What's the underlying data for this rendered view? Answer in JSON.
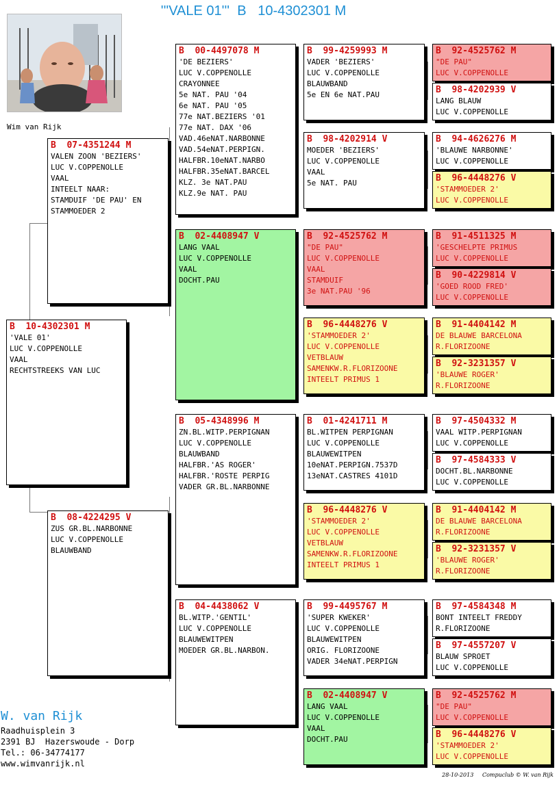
{
  "title": "'''VALE 01'''  B   10-4302301 M",
  "owner_caption": "Wim van Rijk",
  "footer": {
    "brand": "W. van Rijk",
    "address": [
      "Raadhuisplein 3",
      "2391 BJ  Hazerswoude - Dorp",
      "Tel.: 06-34774177",
      "www.wimvanrijk.nl"
    ],
    "credit": "28-10-2013     Compuclub © W. van Rijk"
  },
  "colors": {
    "title_blue": "#1e8fd4",
    "ring_red": "#d01010",
    "pink": "#f5a5a5",
    "green": "#a2f5a2",
    "yellow": "#fafaa6"
  },
  "birds": [
    {
      "id": "b0",
      "ring": "B  10-4302301 M",
      "color": "white",
      "lines": [
        "'VALE 01'",
        "LUC V.COPPENOLLE",
        "VAAL",
        "RECHTSTREEKS VAN LUC"
      ]
    },
    {
      "id": "b1",
      "ring": "B  07-4351244 M",
      "color": "white",
      "lines": [
        "VALEN ZOON 'BEZIERS'",
        "LUC V.COPPENOLLE",
        "VAAL",
        "INTEELT NAAR:",
        "STAMDUIF 'DE PAU' EN",
        "STAMMOEDER 2"
      ]
    },
    {
      "id": "b2",
      "ring": "B  08-4224295 V",
      "color": "white",
      "lines": [
        "ZUS GR.BL.NARBONNE",
        "LUC V.COPPENOLLE",
        "BLAUWBAND"
      ]
    },
    {
      "id": "b3",
      "ring": "B  00-4497078 M",
      "color": "white",
      "lines": [
        "'DE BEZIERS'",
        "LUC V.COPPENOLLE",
        "CRAYONNEE",
        "5e NAT. PAU '04",
        "6e NAT. PAU '05",
        "77e NAT.BEZIERS '01",
        "77e NAT. DAX '06",
        "VAD.46eNAT.NARBONNE",
        "VAD.54eNAT.PERPIGN.",
        "HALFBR.10eNAT.NARBO",
        "HALFBR.35eNAT.BARCEL",
        "KLZ. 3e NAT.PAU",
        "KLZ.9e NAT. PAU"
      ]
    },
    {
      "id": "b4",
      "ring": "B  02-4408947 V",
      "color": "green",
      "lines": [
        "LANG VAAL",
        "LUC V.COPPENOLLE",
        "VAAL",
        "DOCHT.PAU"
      ]
    },
    {
      "id": "b5",
      "ring": "B  05-4348996 M",
      "color": "white",
      "lines": [
        "ZN.BL.WITP.PERPIGNAN",
        "LUC V.COPPENOLLE",
        "BLAUWBAND",
        "HALFBR.'AS ROGER'",
        "HALFBR.'ROSTE PERPIG",
        "VADER GR.BL.NARBONNE"
      ]
    },
    {
      "id": "b6",
      "ring": "B  04-4438062 V",
      "color": "white",
      "lines": [
        "BL.WITP.'GENTIL'",
        "LUC V.COPPENOLLE",
        "BLAUWEWITPEN",
        "MOEDER GR.BL.NARBON."
      ]
    },
    {
      "id": "b7",
      "ring": "B  99-4259993 M",
      "color": "white",
      "lines": [
        "VADER 'BEZIERS'",
        "LUC V.COPPENOLLE",
        "BLAUWBAND",
        "5e EN 6e NAT.PAU"
      ]
    },
    {
      "id": "b8",
      "ring": "B  98-4202914 V",
      "color": "white",
      "lines": [
        "MOEDER 'BEZIERS'",
        "LUC V.COPPENOLLE",
        "VAAL",
        "5e NAT. PAU"
      ]
    },
    {
      "id": "b9",
      "ring": "B  92-4525762 M",
      "color": "pink",
      "lines": [
        "\"DE PAU\"",
        "LUC V.COPPENOLLE",
        "VAAL",
        "STAMDUIF",
        "3e NAT.PAU '96"
      ]
    },
    {
      "id": "b10",
      "ring": "B  96-4448276 V",
      "color": "yellow",
      "lines": [
        "'STAMMOEDER 2'",
        "LUC V.COPPENOLLE",
        "VETBLAUW",
        "SAMENKW.R.FLORIZOONE",
        "INTEELT PRIMUS 1"
      ]
    },
    {
      "id": "b11",
      "ring": "B  01-4241711 M",
      "color": "white",
      "lines": [
        "BL.WITPEN PERPIGNAN",
        "LUC V.COPPENOLLE",
        "BLAUWEWITPEN",
        "10eNAT.PERPIGN.7537D",
        "13eNAT.CASTRES 4101D"
      ]
    },
    {
      "id": "b12",
      "ring": "B  96-4448276 V",
      "color": "yellow",
      "lines": [
        "'STAMMOEDER 2'",
        "LUC V.COPPENOLLE",
        "VETBLAUW",
        "SAMENKW.R.FLORIZOONE",
        "INTEELT PRIMUS 1"
      ]
    },
    {
      "id": "b13",
      "ring": "B  99-4495767 M",
      "color": "white",
      "lines": [
        "'SUPER KWEKER'",
        "LUC V.COPPENOLLE",
        "BLAUWEWITPEN",
        "ORIG. FLORIZOONE",
        "VADER 34eNAT.PERPIGN"
      ]
    },
    {
      "id": "b14",
      "ring": "B  02-4408947 V",
      "color": "green",
      "lines": [
        "LANG VAAL",
        "LUC V.COPPENOLLE",
        "VAAL",
        "DOCHT.PAU"
      ]
    },
    {
      "id": "b15",
      "ring": "B  92-4525762 M",
      "color": "pink",
      "lines": [
        "\"DE PAU\"",
        "LUC V.COPPENOLLE"
      ]
    },
    {
      "id": "b16",
      "ring": "B  98-4202939 V",
      "color": "white",
      "lines": [
        "LANG BLAUW",
        "LUC V.COPPENOLLE"
      ]
    },
    {
      "id": "b17",
      "ring": "B  94-4626276 M",
      "color": "white",
      "lines": [
        "'BLAUWE NARBONNE'",
        "LUC V.COPPENOLLE"
      ]
    },
    {
      "id": "b18",
      "ring": "B  96-4448276 V",
      "color": "yellow",
      "lines": [
        "'STAMMOEDER 2'",
        "LUC V.COPPENOLLE"
      ]
    },
    {
      "id": "b19",
      "ring": "B  91-4511325 M",
      "color": "pink",
      "lines": [
        "'GESCHELPTE PRIMUS",
        "LUC V.COPPENOLLE"
      ]
    },
    {
      "id": "b20",
      "ring": "B  90-4229814 V",
      "color": "pink",
      "lines": [
        "'GOED ROOD FRED'",
        "LUC V.COPPENOLLE"
      ]
    },
    {
      "id": "b21",
      "ring": "B  91-4404142 M",
      "color": "yellow",
      "lines": [
        "DE BLAUWE BARCELONA",
        "R.FLORIZOONE"
      ]
    },
    {
      "id": "b22",
      "ring": "B  92-3231357 V",
      "color": "yellow",
      "lines": [
        "'BLAUWE ROGER'",
        "R.FLORIZOONE"
      ]
    },
    {
      "id": "b23",
      "ring": "B  97-4504332 M",
      "color": "white",
      "lines": [
        "VAAL WITP.PERPIGNAN",
        "LUC V.COPPENOLLE"
      ]
    },
    {
      "id": "b24",
      "ring": "B  97-4584333 V",
      "color": "white",
      "lines": [
        "DOCHT.BL.NARBONNE",
        "LUC V.COPPENOLLE"
      ]
    },
    {
      "id": "b25",
      "ring": "B  91-4404142 M",
      "color": "yellow",
      "lines": [
        "DE BLAUWE BARCELONA",
        "R.FLORIZOONE"
      ]
    },
    {
      "id": "b26",
      "ring": "B  92-3231357 V",
      "color": "yellow",
      "lines": [
        "'BLAUWE ROGER'",
        "R.FLORIZOONE"
      ]
    },
    {
      "id": "b27",
      "ring": "B  97-4584348 M",
      "color": "white",
      "lines": [
        "BONT INTEELT FREDDY",
        "R.FLORIZOONE"
      ]
    },
    {
      "id": "b28",
      "ring": "B  97-4557207 V",
      "color": "white",
      "lines": [
        "BLAUW SPROET",
        "LUC V.COPPENOLLE"
      ]
    },
    {
      "id": "b29",
      "ring": "B  92-4525762 M",
      "color": "pink",
      "lines": [
        "\"DE PAU\"",
        "LUC V.COPPENOLLE"
      ]
    },
    {
      "id": "b30",
      "ring": "B  96-4448276 V",
      "color": "yellow",
      "lines": [
        "'STAMMOEDER 2'",
        "LUC V.COPPENOLLE"
      ]
    }
  ]
}
